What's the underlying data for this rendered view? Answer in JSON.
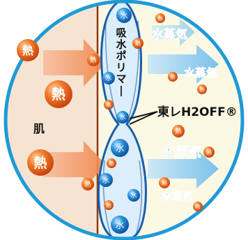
{
  "labels": {
    "skin": "肌",
    "polymer": "吸水ポリマー",
    "product": "東レH2OFF®"
  },
  "glyphs": {
    "heat": "熱",
    "water": "水"
  },
  "vapor_labels": [
    "水蒸気",
    "水蒸気",
    "水蒸気",
    "水蒸気"
  ],
  "colors": {
    "ring": "#1f9ad8",
    "skin_bg": "#f7e3d2",
    "skin_line": "#8a3b12",
    "fabric_bg": "#fbf8e4",
    "fiber_fill": "#dceefb",
    "fiber_stroke": "#1a5ea8",
    "heat_ball": "#e8601a",
    "heat_arrow": "#f08a50",
    "water_ball": "#2a8fd8",
    "vapor_arrow": "#7cc3ee",
    "vapor_text": "#3aa4e6"
  },
  "icons": [
    "heat-ball-icon",
    "water-ball-icon",
    "heat-arrow-icon",
    "vapor-arrow-icon"
  ]
}
